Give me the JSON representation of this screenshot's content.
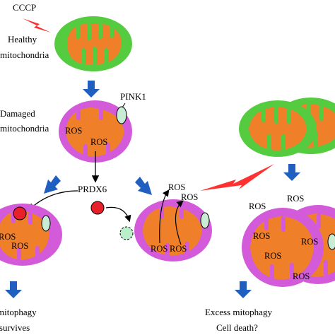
{
  "colors": {
    "healthy_outer": "#55cc3f",
    "cristae": "#f07f2a",
    "damaged_outer": "#d35bd9",
    "damaged_inner": "#f07f2a",
    "arrow_blue": "#1f5fbf",
    "bolt_red": "#ff3030",
    "prdx6_red": "#e8202a",
    "pink1_fill": "#c9ecd4",
    "dashed_green": "#b9f0c9"
  },
  "icons": {
    "lightning": "lightning-bolt-icon",
    "down_arrow": "blue-down-arrow-icon"
  },
  "labels": {
    "cccp": "CCCP",
    "healthy_line1": "Healthy",
    "healthy_line2": "mitochondria",
    "damaged_line1": "Damaged",
    "damaged_line2": "mitochondria",
    "pink1": "PINK1",
    "prdx6": "PRDX6",
    "ros": "ROS",
    "mitophagy": "mitophagy",
    "cell_survives": "Cell survives",
    "excess_mitophagy": "Excess mitophagy",
    "cell_death": "Cell death?"
  }
}
